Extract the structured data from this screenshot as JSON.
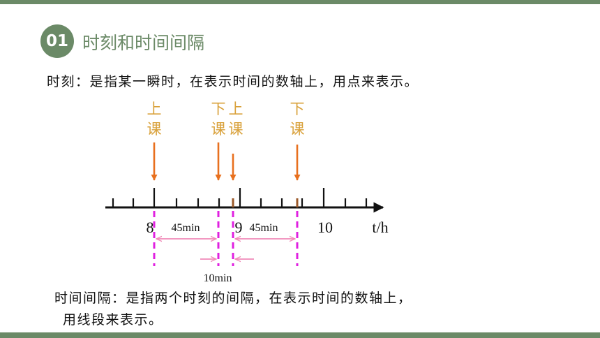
{
  "section": {
    "number": "01",
    "title": "时刻和时间间隔"
  },
  "moment": {
    "definition": "时刻：是指某一瞬时，在表示时间的数轴上，用点来表示。"
  },
  "interval": {
    "definition_line1": "时间间隔：是指两个时刻的间隔，在表示时间的数轴上，",
    "definition_line2": "用线段来表示。"
  },
  "timeline": {
    "events": [
      {
        "chars": [
          "上",
          "课"
        ]
      },
      {
        "chars": [
          "下",
          "课"
        ]
      },
      {
        "chars": [
          "上",
          "课"
        ]
      },
      {
        "chars": [
          "下",
          "课"
        ]
      }
    ],
    "ticks": [
      "8",
      "9",
      "10"
    ],
    "axis_unit": "t/h",
    "durations": [
      "45min",
      "45min",
      "10min"
    ]
  },
  "colors": {
    "theme_green": "#6b8a67",
    "event_label": "#d9a13a",
    "event_arrow": "#e8701e",
    "dashed_marker": "#e020e0",
    "interval_arrow": "#f08ab8"
  }
}
